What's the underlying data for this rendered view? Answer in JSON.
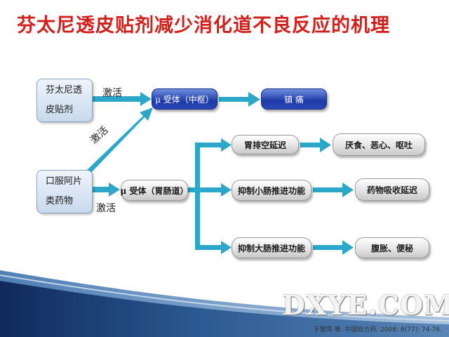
{
  "title": "芬太尼透皮贴剂减少消化道不良反应的机理",
  "sources": {
    "fentanyl_line1": "芬太尼透",
    "fentanyl_line2": "皮贴剂",
    "opioid_line1": "口服阿片",
    "opioid_line2": "类药物"
  },
  "activation_labels": {
    "top": "激活",
    "diagonal": "激活",
    "bottom": "激活"
  },
  "receptors": {
    "central": "μ 受体（中枢）",
    "gut": "μ 受体（胃肠道）"
  },
  "effects": {
    "analgesia": "镇   痛",
    "gastric_delay": "胃排空延迟",
    "small_intestine": "抑制小肠推进功能",
    "large_intestine": "抑制大肠推进功能"
  },
  "outcomes": {
    "gastric": "厌食、恶心、呕吐",
    "absorption": "药物吸收延迟",
    "bowel": "腹胀、便秘"
  },
  "watermark": "DXYE.COM",
  "citation": "于黎萍 等. 中国处方药. 2008; 8(77): 74-76.",
  "colors": {
    "title": "#d0201b",
    "arrow": "#2aa7c9",
    "central_node": "#1e3aa6"
  }
}
